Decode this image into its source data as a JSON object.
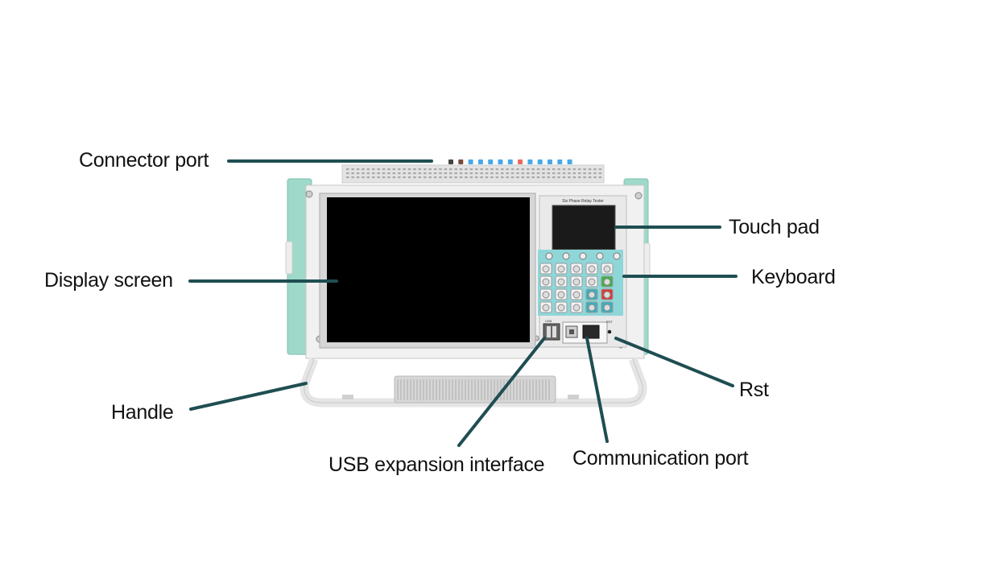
{
  "device": {
    "panel_title": "Six Phase Relay Tester",
    "rst_label": "RST",
    "usb_label": "USB",
    "accent_color": "#9ed9c9",
    "line_color": "#1f4e52"
  },
  "callouts": {
    "connector_port": "Connector port",
    "touch_pad": "Touch pad",
    "display_screen": "Display screen",
    "keyboard": "Keyboard",
    "handle": "Handle",
    "rst": "Rst",
    "usb_expansion_interface": "USB expansion interface",
    "communication_port": "Communication port"
  }
}
